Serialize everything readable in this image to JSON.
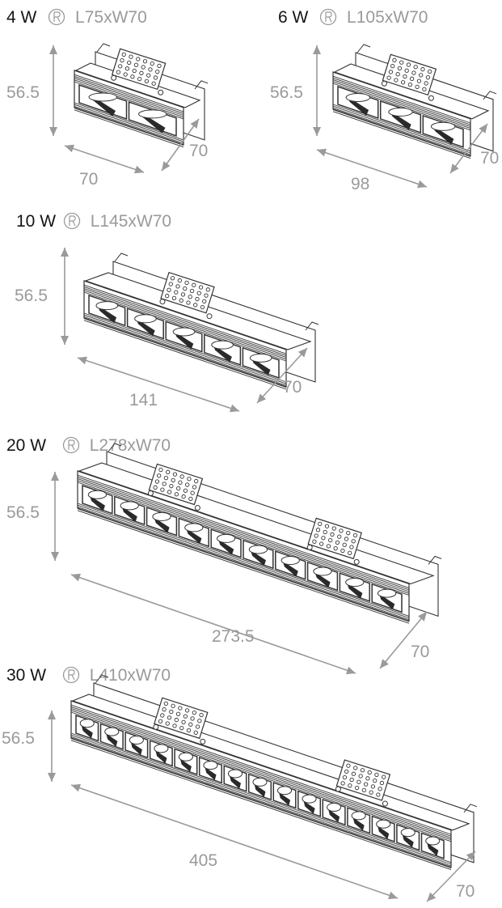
{
  "products": [
    {
      "id": "4w",
      "power": "4 W",
      "cutout": "L75xW70",
      "height": "56.5",
      "length": "70",
      "width": "70",
      "chips": 2,
      "drivers": 1
    },
    {
      "id": "6w",
      "power": "6 W",
      "cutout": "L105xW70",
      "height": "56.5",
      "length": "98",
      "width": "70",
      "chips": 3,
      "drivers": 1
    },
    {
      "id": "10w",
      "power": "10 W",
      "cutout": "L145xW70",
      "height": "56.5",
      "length": "141",
      "width": "70",
      "chips": 5,
      "drivers": 1
    },
    {
      "id": "20w",
      "power": "20 W",
      "cutout": "L278xW70",
      "height": "56.5",
      "length": "273.5",
      "width": "70",
      "chips": 10,
      "drivers": 2
    },
    {
      "id": "30w",
      "power": "30 W",
      "cutout": "L410xW70",
      "height": "56.5",
      "length": "405",
      "width": "70",
      "chips": 15,
      "drivers": 2
    }
  ],
  "colors": {
    "heading": "#141414",
    "dimension": "#9a9a9a",
    "line": "#333333"
  },
  "icons": {
    "cutout_symbol": "cutout-icon"
  }
}
